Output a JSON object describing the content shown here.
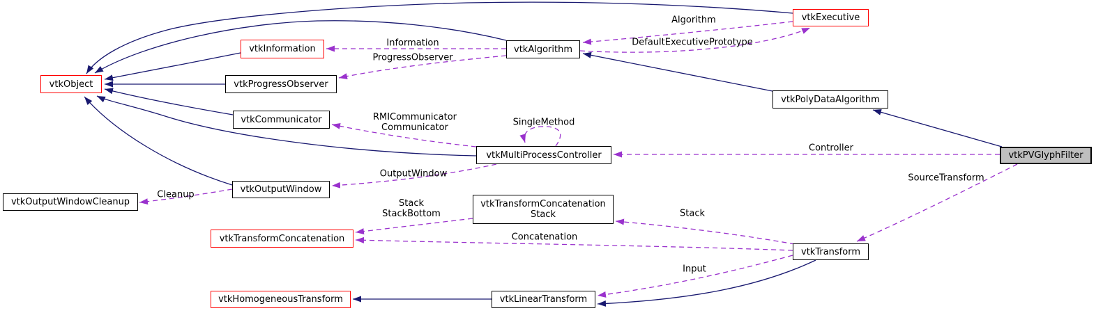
{
  "diagram": {
    "kind": "collaboration-graph",
    "colors": {
      "background": "#ffffff",
      "inheritance_edge": "#191970",
      "usage_edge": "#9a32cd",
      "node_border": "#000000",
      "truncated_node_border": "#ff0000",
      "focus_node_fill": "#bfbfbf",
      "node_fill": "#ffffff",
      "text": "#000000"
    },
    "nodes": [
      {
        "label": "vtkObject",
        "style": "red"
      },
      {
        "label": "vtkInformation",
        "style": "red"
      },
      {
        "label": "vtkProgressObserver",
        "style": "normal"
      },
      {
        "label": "vtkCommunicator",
        "style": "normal"
      },
      {
        "label": "vtkOutputWindow",
        "style": "normal"
      },
      {
        "label": "vtkOutputWindowCleanup",
        "style": "normal"
      },
      {
        "label": "vtkAlgorithm",
        "style": "normal"
      },
      {
        "label": "vtkExecutive",
        "style": "red"
      },
      {
        "label": "vtkPolyDataAlgorithm",
        "style": "normal"
      },
      {
        "label": "vtkMultiProcessController",
        "style": "normal"
      },
      {
        "label": "vtkPVGlyphFilter",
        "style": "highlight"
      },
      {
        "label": "vtkTransformConcatenation\nStack",
        "style": "normal"
      },
      {
        "label": "vtkTransformConcatenation",
        "style": "red"
      },
      {
        "label": "vtkTransform",
        "style": "normal"
      },
      {
        "label": "vtkLinearTransform",
        "style": "normal"
      },
      {
        "label": "vtkHomogeneousTransform",
        "style": "red"
      }
    ],
    "edge_labels": [
      "Algorithm",
      "DefaultExecutivePrototype",
      "Information",
      "ProgressObserver",
      "RMICommunicator\nCommunicator",
      "SingleMethod",
      "Controller",
      "OutputWindow",
      "Cleanup",
      "SourceTransform",
      "Stack\nStackBottom",
      "Stack",
      "Concatenation",
      "Input"
    ],
    "edges": [
      {
        "from": "vtkExecutive",
        "to": "vtkObject",
        "type": "inheritance"
      },
      {
        "from": "vtkAlgorithm",
        "to": "vtkObject",
        "type": "inheritance"
      },
      {
        "from": "vtkInformation",
        "to": "vtkObject",
        "type": "inheritance"
      },
      {
        "from": "vtkProgressObserver",
        "to": "vtkObject",
        "type": "inheritance"
      },
      {
        "from": "vtkCommunicator",
        "to": "vtkObject",
        "type": "inheritance"
      },
      {
        "from": "vtkMultiProcessController",
        "to": "vtkObject",
        "type": "inheritance"
      },
      {
        "from": "vtkOutputWindow",
        "to": "vtkObject",
        "type": "inheritance"
      },
      {
        "from": "vtkPolyDataAlgorithm",
        "to": "vtkAlgorithm",
        "type": "inheritance"
      },
      {
        "from": "vtkPVGlyphFilter",
        "to": "vtkPolyDataAlgorithm",
        "type": "inheritance"
      },
      {
        "from": "vtkLinearTransform",
        "to": "vtkHomogeneousTransform",
        "type": "inheritance"
      },
      {
        "from": "vtkTransform",
        "to": "vtkLinearTransform",
        "type": "inheritance"
      },
      {
        "from": "vtkExecutive",
        "to": "vtkAlgorithm",
        "type": "usage",
        "label": "Algorithm"
      },
      {
        "from": "vtkAlgorithm",
        "to": "vtkExecutive",
        "type": "usage",
        "label": "DefaultExecutivePrototype"
      },
      {
        "from": "vtkAlgorithm",
        "to": "vtkInformation",
        "type": "usage",
        "label": "Information"
      },
      {
        "from": "vtkAlgorithm",
        "to": "vtkProgressObserver",
        "type": "usage",
        "label": "ProgressObserver"
      },
      {
        "from": "vtkMultiProcessController",
        "to": "vtkCommunicator",
        "type": "usage",
        "label": "RMICommunicator\nCommunicator"
      },
      {
        "from": "vtkMultiProcessController",
        "to": "vtkMultiProcessController",
        "type": "usage",
        "label": "SingleMethod"
      },
      {
        "from": "vtkPVGlyphFilter",
        "to": "vtkMultiProcessController",
        "type": "usage",
        "label": "Controller"
      },
      {
        "from": "vtkMultiProcessController",
        "to": "vtkOutputWindow",
        "type": "usage",
        "label": "OutputWindow"
      },
      {
        "from": "vtkOutputWindow",
        "to": "vtkOutputWindowCleanup",
        "type": "usage",
        "label": "Cleanup"
      },
      {
        "from": "vtkPVGlyphFilter",
        "to": "vtkTransform",
        "type": "usage",
        "label": "SourceTransform"
      },
      {
        "from": "vtkTransform",
        "to": "vtkTransformConcatenationStack",
        "type": "usage",
        "label": "Stack"
      },
      {
        "from": "vtkTransform",
        "to": "vtkTransformConcatenation",
        "type": "usage",
        "label": "Concatenation"
      },
      {
        "from": "vtkTransformConcatenationStack",
        "to": "vtkTransformConcatenation",
        "type": "usage",
        "label": "Stack\nStackBottom"
      },
      {
        "from": "vtkTransform",
        "to": "vtkLinearTransform",
        "type": "usage",
        "label": "Input"
      }
    ]
  }
}
